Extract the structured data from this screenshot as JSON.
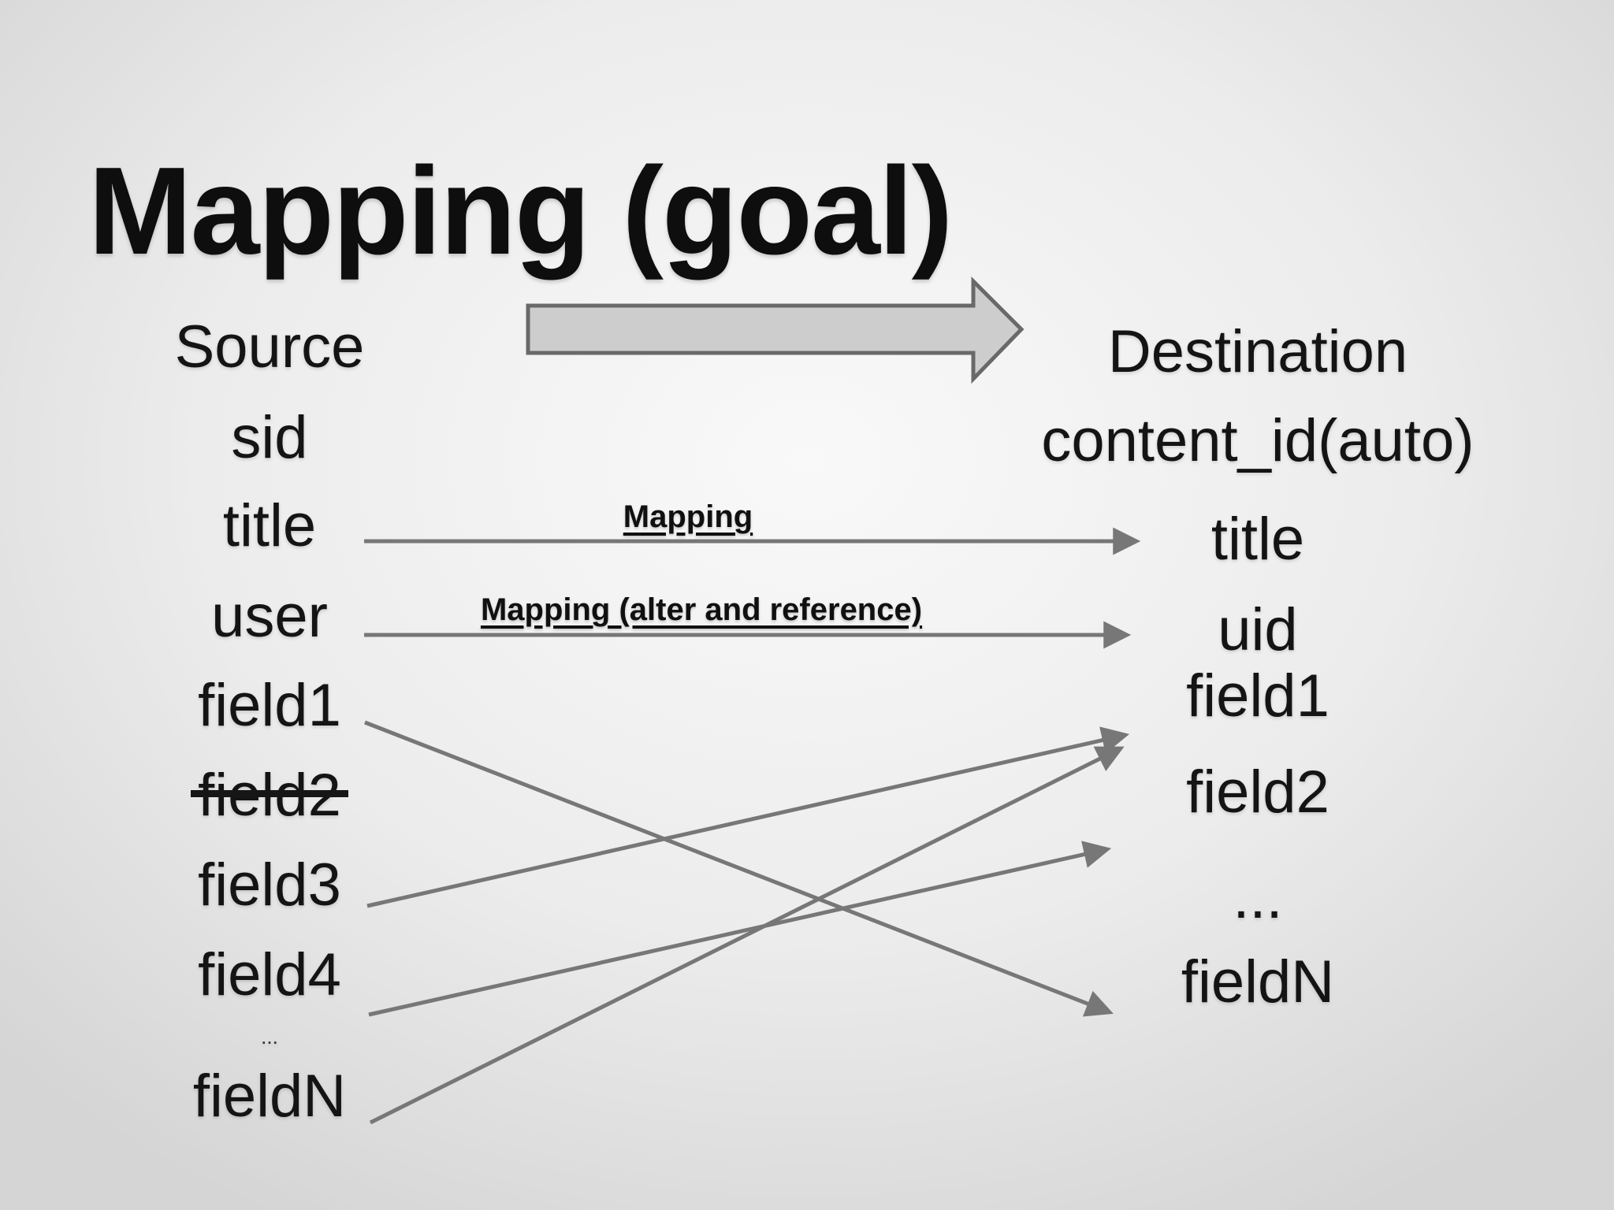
{
  "slide": {
    "title": "Mapping (goal)"
  },
  "source": {
    "header": "Source",
    "fields": [
      "sid",
      "title",
      "user",
      "field1",
      "field2",
      "field3",
      "field4",
      "...",
      "fieldN"
    ],
    "removed_field": "field2"
  },
  "destination": {
    "header": "Destination",
    "fields": [
      "content_id(auto)",
      "title",
      "uid",
      "field1",
      "field2",
      "...",
      "fieldN"
    ]
  },
  "mappings": [
    {
      "from": "title",
      "to": "title",
      "label": "Mapping"
    },
    {
      "from": "user",
      "to": "uid",
      "label": "Mapping (alter and reference)"
    },
    {
      "from": "field1",
      "to": "fieldN",
      "label": ""
    },
    {
      "from": "field3",
      "to": "field1",
      "label": ""
    },
    {
      "from": "field4",
      "to": "...",
      "label": ""
    },
    {
      "from": "fieldN",
      "to": "field1",
      "label": ""
    }
  ],
  "colors": {
    "background_center": "#f8f8f8",
    "background_edge": "#d5d5d5",
    "text": "#141414",
    "thin_arrow_gray": "#777777",
    "block_arrow_fill": "#cdcdcd",
    "block_arrow_border": "#696969"
  }
}
